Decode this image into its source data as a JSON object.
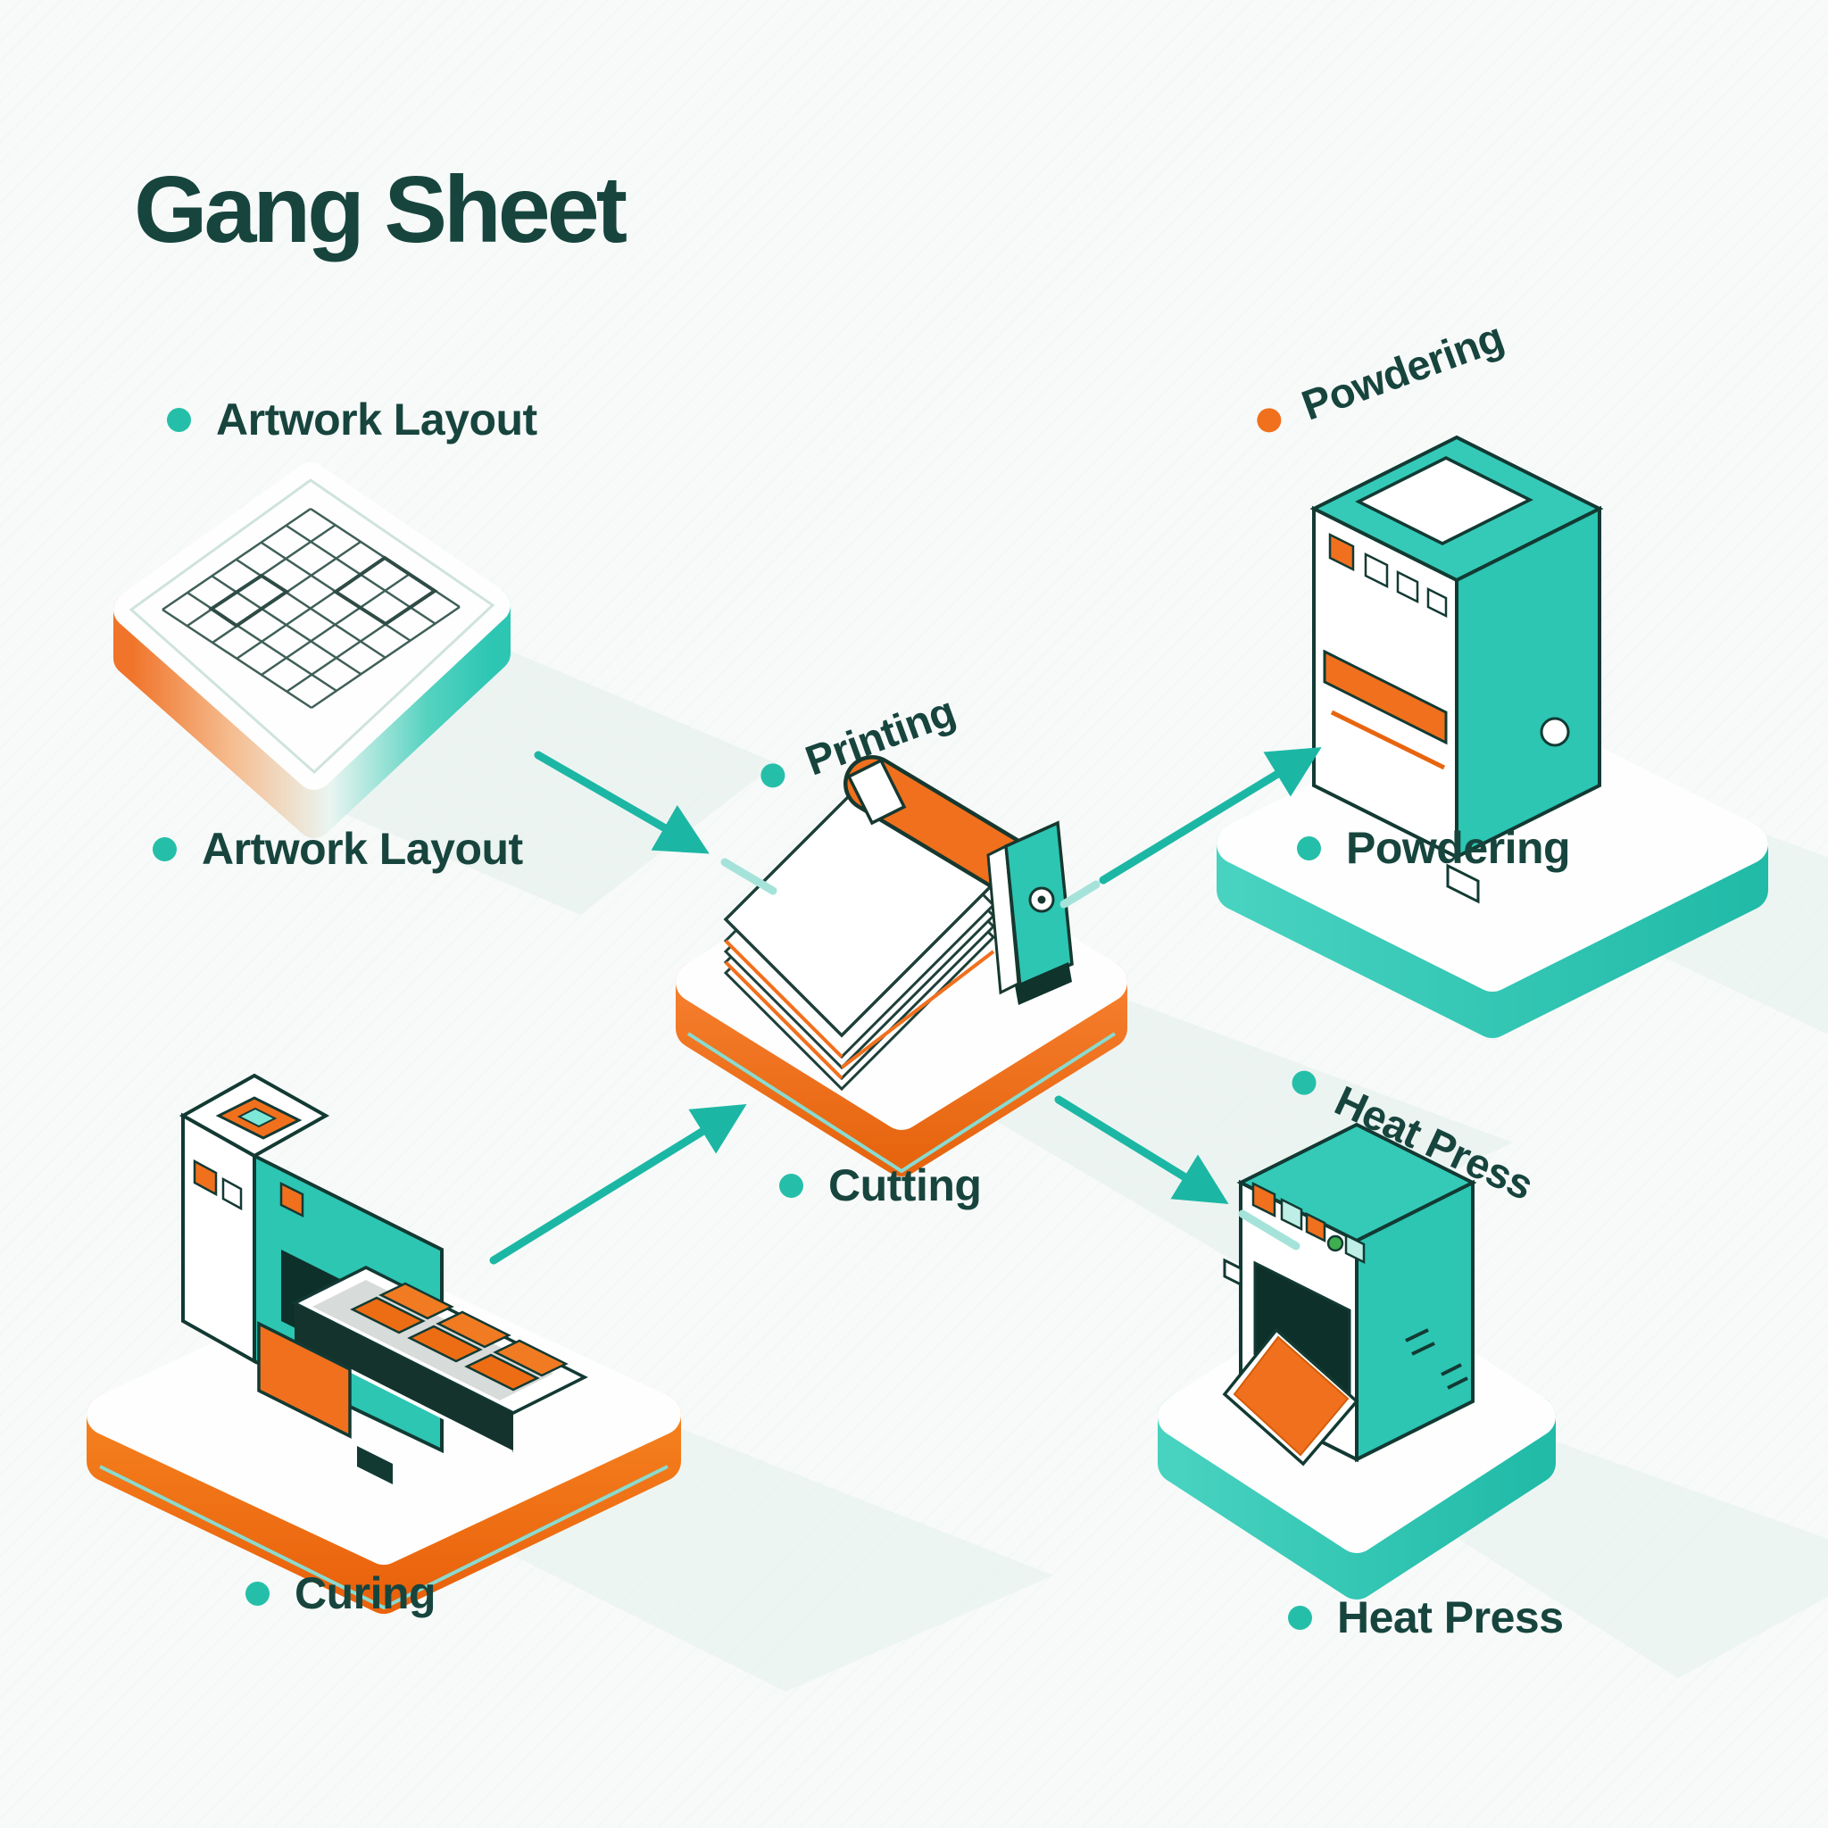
{
  "title": "Gang Sheet",
  "colors": {
    "background": "#f7faf9",
    "text": "#17453e",
    "teal": "#2cc6b3",
    "teal_light": "#35cab8",
    "teal_dark": "#14b3a0",
    "orange": "#f1701d",
    "orange_dark": "#e8650f",
    "arrow": "#1cb7a4",
    "arrow_light": "#a5e3da",
    "bullet_teal": "#25bfa9",
    "bullet_orange": "#f1701d",
    "outline": "#123a33",
    "shadow": "#e3efec"
  },
  "labels": {
    "artwork_layout_top": {
      "text": "Artwork Layout",
      "bullet": "teal"
    },
    "artwork_layout_bottom": {
      "text": "Artwork Layout",
      "bullet": "teal"
    },
    "printing": {
      "text": "Printing",
      "bullet": "teal"
    },
    "cutting": {
      "text": "Cutting",
      "bullet": "teal"
    },
    "powdering_top": {
      "text": "Powdering",
      "bullet": "orange"
    },
    "powdering_bottom": {
      "text": "Powdering",
      "bullet": "teal"
    },
    "curing": {
      "text": "Curing",
      "bullet": "teal"
    },
    "heat_press_top": {
      "text": "Heat Press",
      "bullet": "teal"
    },
    "heat_press_bottom": {
      "text": "Heat Press",
      "bullet": "teal"
    }
  },
  "flow": {
    "nodes": [
      "Artwork Layout",
      "Printing",
      "Powdering",
      "Cutting",
      "Curing",
      "Heat Press"
    ],
    "arrows": [
      {
        "from": "Artwork Layout",
        "to": "Printing"
      },
      {
        "from": "Curing",
        "to": "Printing"
      },
      {
        "from": "Printing",
        "to": "Powdering"
      },
      {
        "from": "Printing",
        "to": "Heat Press"
      }
    ]
  }
}
